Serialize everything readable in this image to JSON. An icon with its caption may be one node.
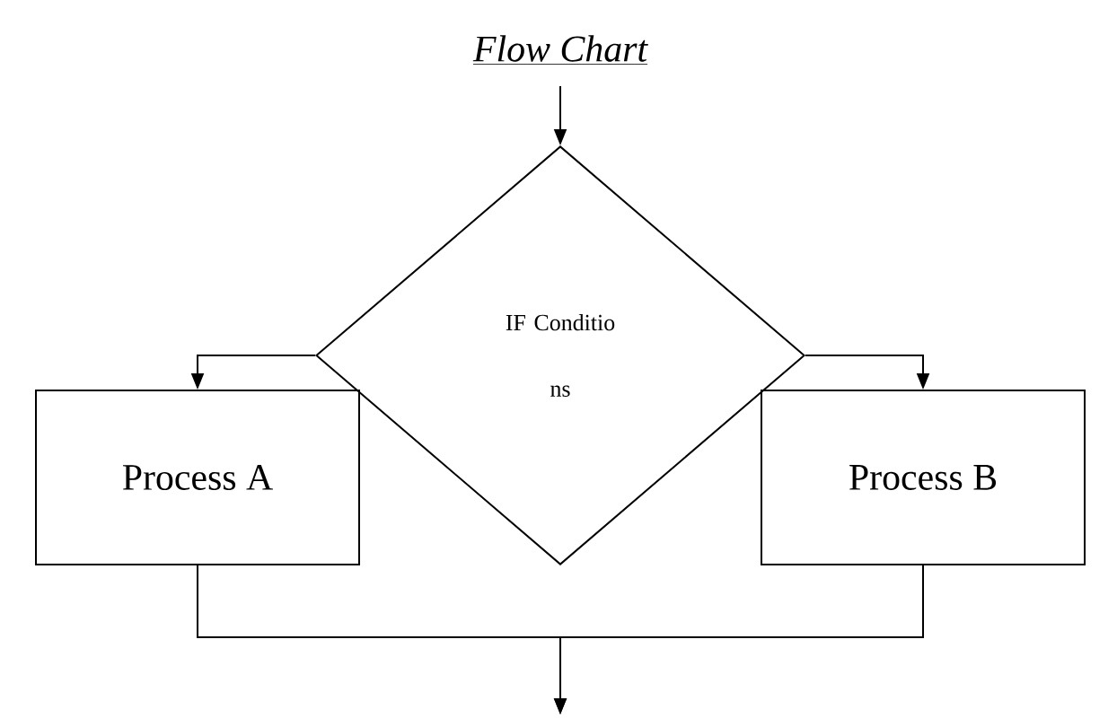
{
  "diagram": {
    "title": "Flow Chart",
    "nodes": [
      {
        "text": [
          "IF Conditio ns"
        ]
      },
      {
        "text": [
          "Process A"
        ]
      },
      {
        "text": [
          "Process B"
        ]
      }
    ],
    "edges": [
      {
        "from": null,
        "to": 0,
        "arrow": "to"
      },
      {
        "from": 0,
        "to": 1,
        "arrow": "to"
      },
      {
        "from": 0,
        "to": 2,
        "arrow": "to"
      },
      {
        "from": 1,
        "to": null,
        "arrow": "to"
      },
      {
        "from": 2,
        "to": null,
        "arrow": "to"
      }
    ]
  }
}
